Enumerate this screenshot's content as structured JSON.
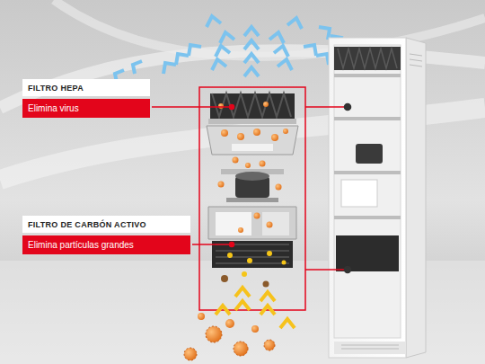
{
  "diagram": {
    "nodes": [
      {
        "text": [
          "FILTRO HEPA",
          "Elimina virus"
        ]
      },
      {
        "text": [
          "FILTRO DE CARBÓN ACTIVO",
          "Elimina partículas grandes"
        ]
      }
    ]
  }
}
